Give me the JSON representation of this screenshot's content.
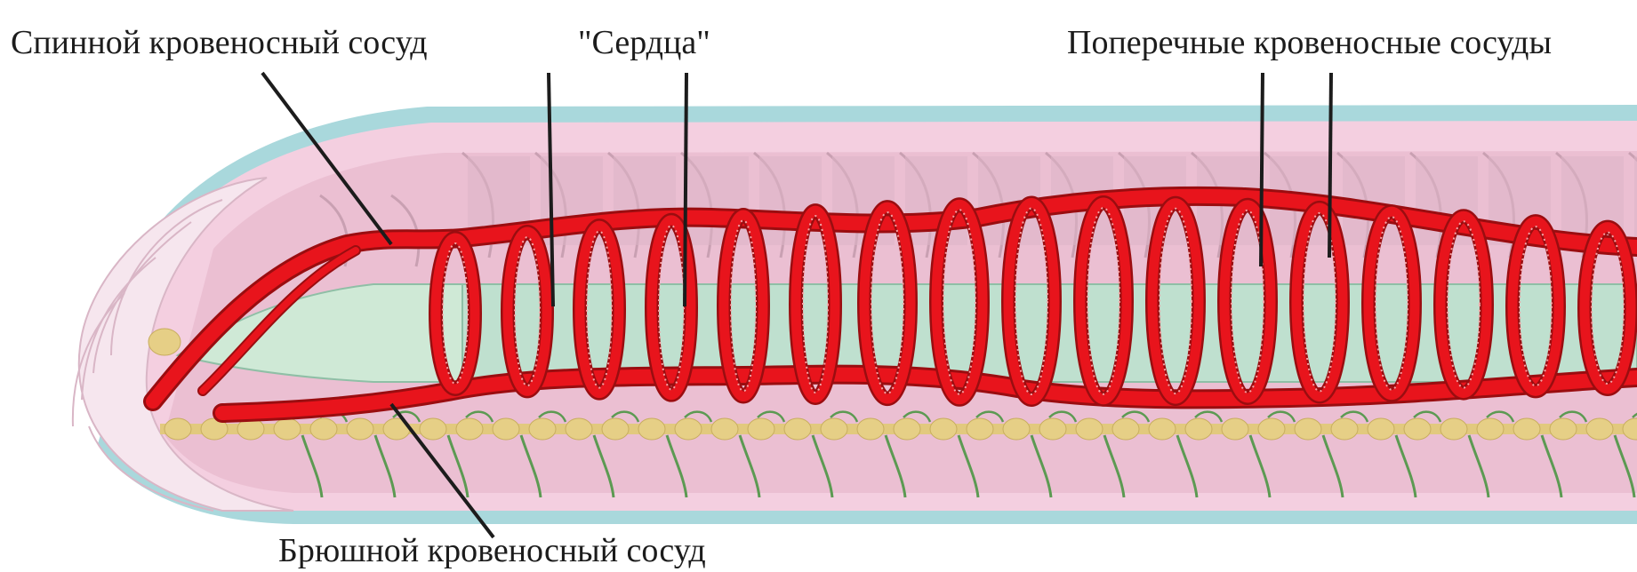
{
  "labels": {
    "dorsal_vessel": "Спинной кровеносный сосуд",
    "hearts": "\"Сердца\"",
    "transverse_vessels": "Поперечные кровеносные сосуды",
    "ventral_vessel": "Брюшной кровеносный сосуд"
  },
  "colors": {
    "blood_vessel": "#e8141c",
    "vessel_outline": "#9a0d10",
    "gut": "#bfe0cf",
    "body_wall": "#f4cfe0",
    "cuticle": "#a9d8dc",
    "septa": "#c9a0b2",
    "nerve_cord": "#e2c97e",
    "setae": "#5c9a52",
    "pointer_line": "#1c1c1c"
  }
}
